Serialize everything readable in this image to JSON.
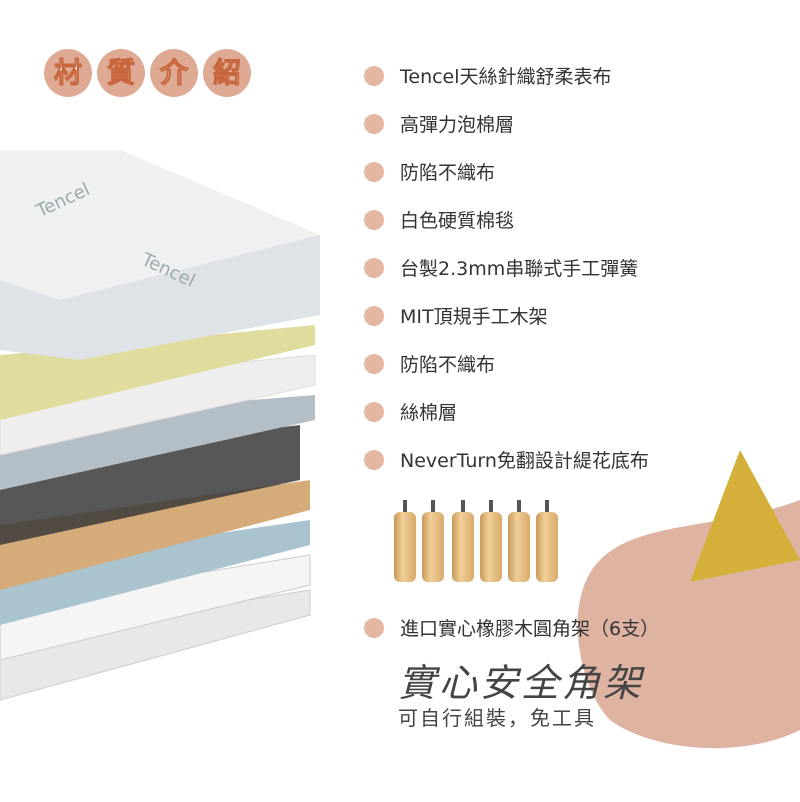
{
  "title_chars": [
    "材",
    "質",
    "介",
    "紹"
  ],
  "layers": [
    "Tencel天絲針織舒柔表布",
    "高彈力泡棉層",
    "防陷不織布",
    "白色硬質棉毯",
    "台製2.3mm串聯式手工彈簧",
    "MIT頂規手工木架",
    "防陷不織布",
    "絲棉層",
    "NeverTurn免翻設計緹花底布"
  ],
  "legs_label": "進口實心橡膠木圓角架（6支）",
  "headline": "實心安全角架",
  "subline": "可自行組裝，免工具",
  "brand_mark": "Tencel",
  "colors": {
    "accent": "#dfaa94",
    "blob": "#dfb3a2",
    "gold": "#d4b03a"
  }
}
